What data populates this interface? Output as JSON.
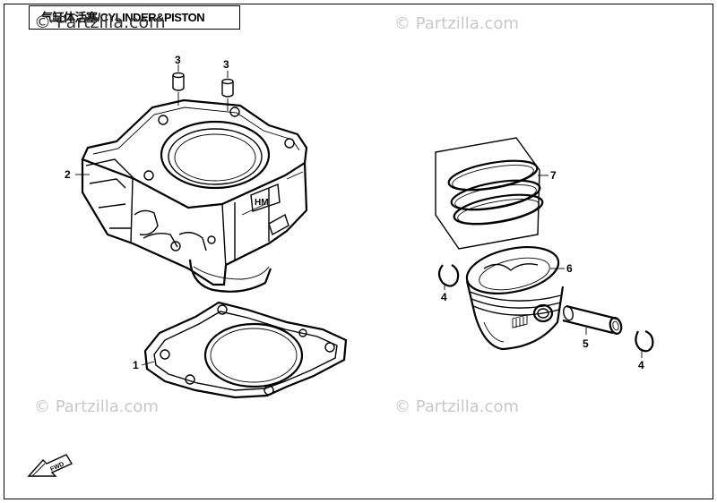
{
  "header": {
    "title": "气缸体活塞/CYLINDER&PISTON",
    "top_watermark": "© Partzilla.com"
  },
  "watermarks": [
    "© Partzilla.com",
    "© Partzilla.com",
    "© Partzilla.com"
  ],
  "callouts": {
    "gasket": "1",
    "cylinder": "2",
    "dowel_left": "3",
    "dowel_right": "3",
    "circlip_left": "4",
    "circlip_right": "4",
    "piston_pin": "5",
    "piston": "6",
    "ring_set": "7"
  },
  "fwd_label": "FWD",
  "cylinder_logo": "HM"
}
